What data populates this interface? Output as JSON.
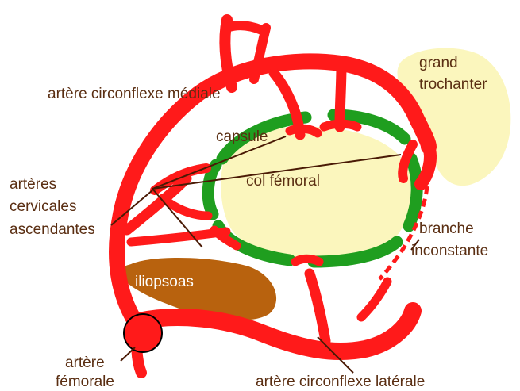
{
  "colors": {
    "artery": "#ff1a1a",
    "capsule": "#1f9e1f",
    "bone": "#fbf6bd",
    "muscle": "#b8620e",
    "label": "#5a2e12",
    "leader": "#4a1a05"
  },
  "labels": {
    "medial_circumflex": "artère circonflexe médiale",
    "grand_trochanter_1": "grand",
    "grand_trochanter_2": "trochanter",
    "capsule": "capsule",
    "femoral_neck": "col fémoral",
    "cervical_1": "artères",
    "cervical_2": "cervicales",
    "cervical_3": "ascendantes",
    "inconstant_1": "branche",
    "inconstant_2": "inconstante",
    "iliopsoas": "iliopsoas",
    "femoral_1": "artère",
    "femoral_2": "fémorale",
    "lateral_circumflex": "artère circonflexe latérale"
  }
}
